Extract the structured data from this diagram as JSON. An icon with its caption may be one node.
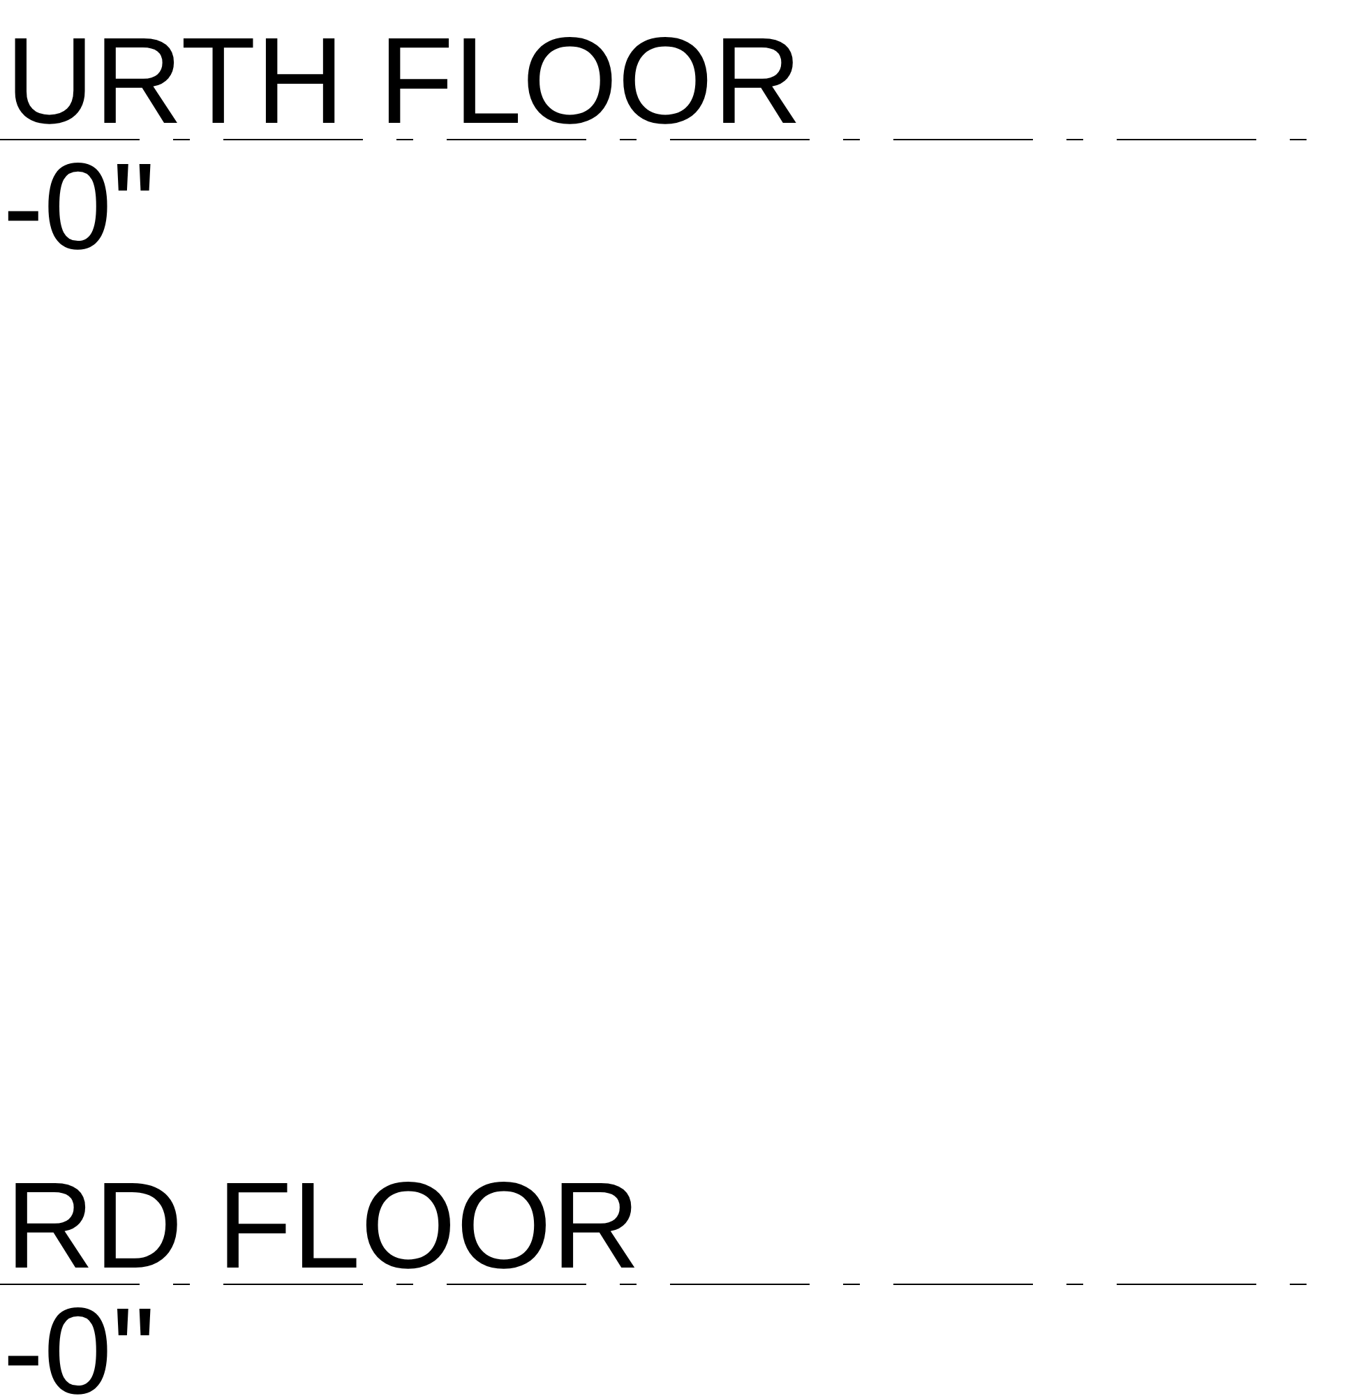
{
  "diagram": {
    "labels": [
      "URTH FLOOR",
      "-0\"",
      "RD FLOOR",
      "-0\""
    ]
  }
}
